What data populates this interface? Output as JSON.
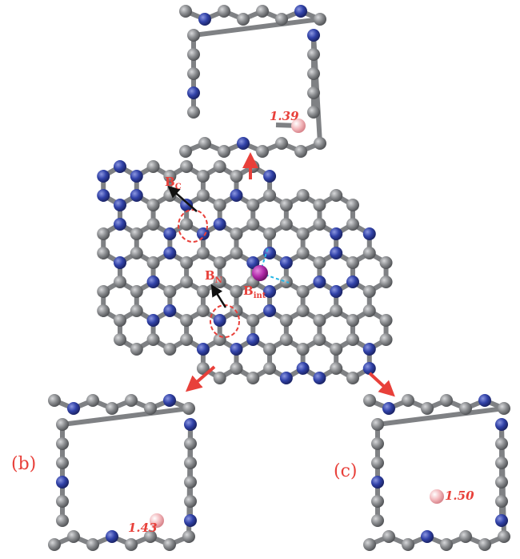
{
  "panels": {
    "b": {
      "label": "(b)",
      "bond_length": "1.43"
    },
    "c": {
      "label": "(c)",
      "bond_length": "1.50"
    },
    "top": {
      "bond_length": "1.39"
    }
  },
  "sites": {
    "bc": {
      "main": "B",
      "sub": "C"
    },
    "bn": {
      "main": "B",
      "sub": "N"
    },
    "bint": {
      "main": "B",
      "sub": "int"
    }
  },
  "colors": {
    "carbon": "#7f8184",
    "nitrogen": "#2f3fa6",
    "boron": "#f2b7bb",
    "interstitial_boron": "#b02aa8",
    "bond": "#7f8184",
    "arrow_red": "#e8403a",
    "dashed_circle": "#e8403a",
    "h_bond_dash": "#25b7e6",
    "label_red": "#e8403a"
  },
  "icons": [
    "red-arrow-icon",
    "black-arrow-icon",
    "dashed-circle-icon"
  ]
}
